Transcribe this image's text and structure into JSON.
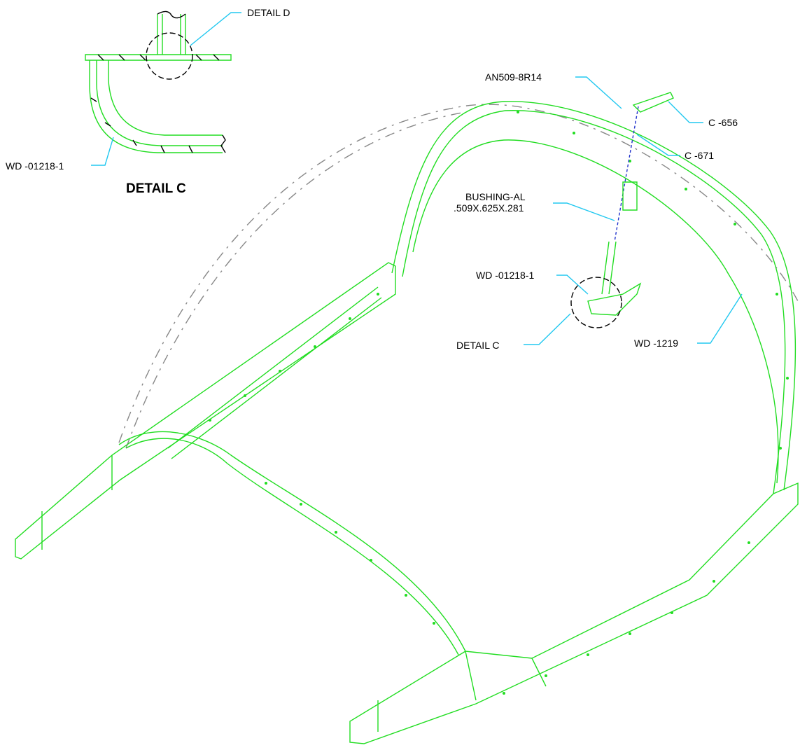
{
  "colors": {
    "part": "#22dd22",
    "leader": "#22c8f0",
    "canopy_dash": "#888888",
    "axis_dash": "#2233cc",
    "line": "#000000"
  },
  "labels": {
    "detail_d": "DETAIL D",
    "wd_01218_top": "WD -01218-1",
    "detail_c_title": "DETAIL C",
    "an509": "AN509-8R14",
    "c656": "C -656",
    "c671": "C -671",
    "bushing_1": "BUSHING-AL",
    "bushing_2": ".509X.625X.281",
    "wd_01218_main": "WD -01218-1",
    "detail_c_ref": "DETAIL C",
    "wd_1219": "WD -1219"
  }
}
